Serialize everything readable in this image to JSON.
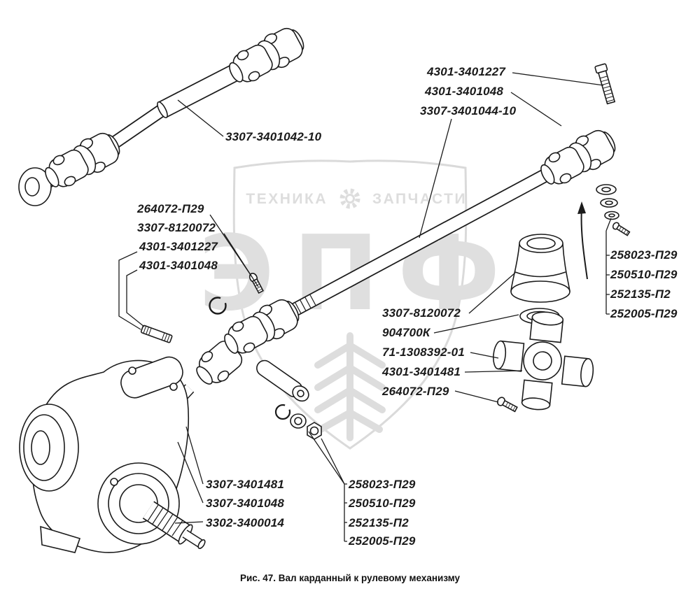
{
  "figure": {
    "caption": "Рис. 47. Вал карданный к рулевому механизму"
  },
  "watermark": {
    "brand": "ЭПФ",
    "tagline_left": "ТЕХНИКА",
    "tagline_right": "ЗАПЧАСТИ",
    "color": "#c6c6c6",
    "emblem_icons": [
      "shield-icon",
      "gear-icon",
      "wheat-sheaf-icon"
    ]
  },
  "diagram": {
    "line_color": "#1b1b1b",
    "parts": [
      "upper-cardan-shaft-assembly",
      "lower-cardan-shaft-assembly",
      "steering-gearbox",
      "universal-joint-cross",
      "rubber-sealing-boot",
      "fasteners-and-washers"
    ]
  },
  "part_labels": [
    "4301-3401227",
    "4301-3401048",
    "3307-3401044-10",
    "3307-3401042-10",
    "264072-П29",
    "3307-8120072",
    "4301-3401227",
    "4301-3401048",
    "258023-П29",
    "250510-П29",
    "252135-П2",
    "252005-П29",
    "3307-8120072",
    "904700К",
    "71-1308392-01",
    "4301-3401481",
    "264072-П29",
    "3307-3401481",
    "3307-3401048",
    "3302-3400014",
    "258023-П29",
    "250510-П29",
    "252135-П2",
    "252005-П29"
  ]
}
